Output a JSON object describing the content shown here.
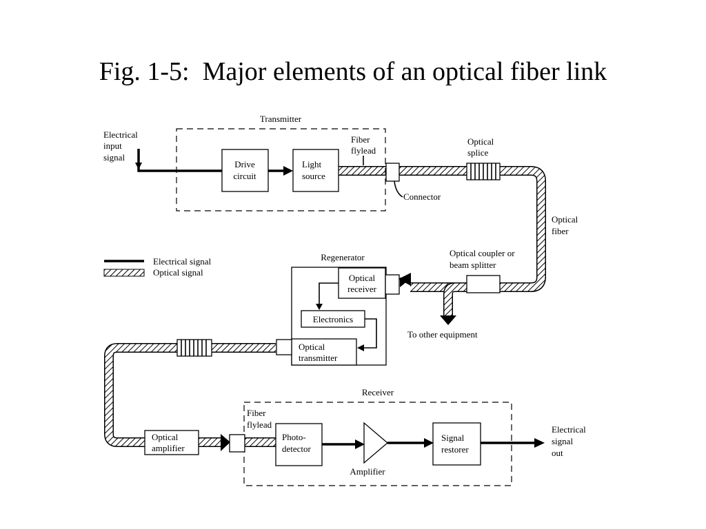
{
  "title": "Fig. 1-5:  Major elements of an optical fiber link",
  "transmitter": {
    "group_label": "Transmitter",
    "input_label": [
      "Electrical",
      "input",
      "signal"
    ],
    "drive_circuit": [
      "Drive",
      "circuit"
    ],
    "light_source": [
      "Light",
      "source"
    ],
    "fiber_flylead": [
      "Fiber",
      "flylead"
    ],
    "connector": "Connector"
  },
  "link": {
    "optical_splice": [
      "Optical",
      "splice"
    ],
    "optical_fiber": [
      "Optical",
      "fiber"
    ],
    "coupler": [
      "Optical coupler or",
      "beam splitter"
    ],
    "other_equipment": "To other equipment"
  },
  "legend": {
    "electrical": "Electrical signal",
    "optical": "Optical signal"
  },
  "regenerator": {
    "group_label": "Regenerator",
    "optical_receiver": [
      "Optical",
      "receiver"
    ],
    "electronics": "Electronics",
    "optical_transmitter": [
      "Optical",
      "transmitter"
    ]
  },
  "receiver": {
    "group_label": "Receiver",
    "fiber_flylead": [
      "Fiber",
      "flylead"
    ],
    "optical_amplifier": [
      "Optical",
      "amplifier"
    ],
    "photodetector": [
      "Photo-",
      "detector"
    ],
    "amplifier": "Amplifier",
    "signal_restorer": [
      "Signal",
      "restorer"
    ],
    "output_label": [
      "Electrical",
      "signal",
      "out"
    ]
  }
}
